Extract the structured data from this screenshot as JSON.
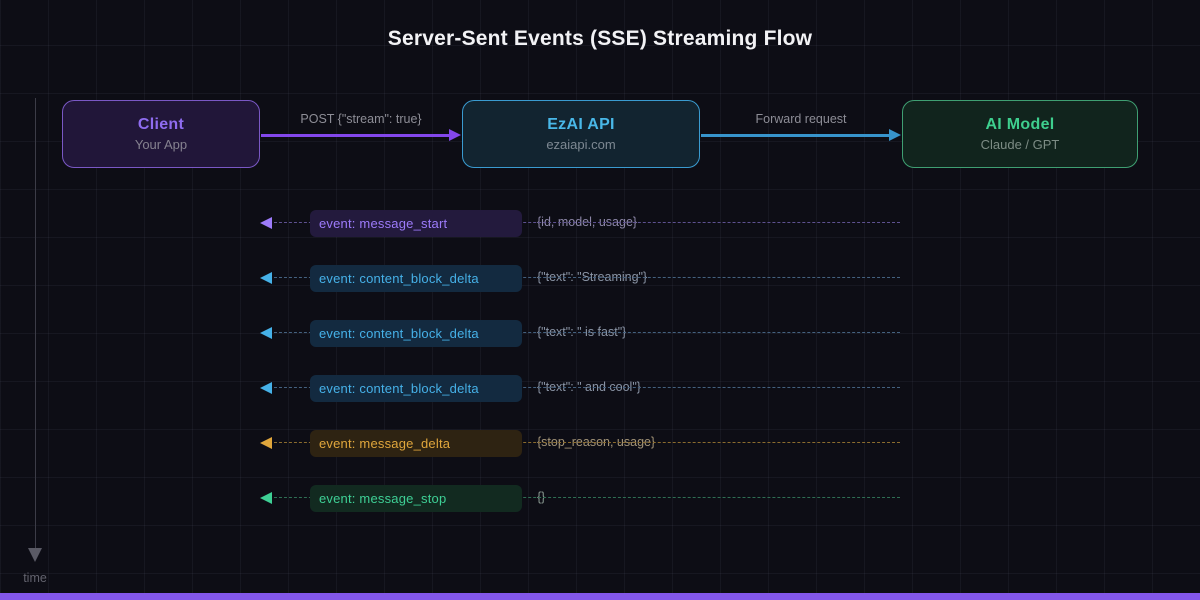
{
  "title": "Server-Sent Events (SSE) Streaming Flow",
  "nodes": [
    {
      "title": "Client",
      "subtitle": "Your App",
      "colors": {
        "accent": "#8f6cf0",
        "border": "#7a58c5",
        "fill": "#211639",
        "subtitle": "#85818f"
      }
    },
    {
      "title": "EzAI API",
      "subtitle": "ezaiapi.com",
      "colors": {
        "accent": "#49b8e8",
        "border": "#3a9bd0",
        "fill": "#122430",
        "subtitle": "#7d8892"
      }
    },
    {
      "title": "AI Model",
      "subtitle": "Claude / GPT",
      "colors": {
        "accent": "#3ecf8e",
        "border": "#3f9f72",
        "fill": "#11241d",
        "subtitle": "#7d8c85"
      }
    }
  ],
  "request_arrows": [
    {
      "label": "POST {\"stream\": true}",
      "color": "#8347ec"
    },
    {
      "label": "Forward request",
      "color": "#3794cc"
    }
  ],
  "events": [
    {
      "label": "event: message_start",
      "payload": "{id, model, usage}",
      "colors": {
        "accent": "#9d7bfa",
        "pill": "#231a3d",
        "dash": "#5e5190",
        "payload": "#8d87a8"
      }
    },
    {
      "label": "event: content_block_delta",
      "payload": "{\"text\": \"Streaming\"}",
      "colors": {
        "accent": "#46b1e8",
        "pill": "#132a40",
        "dash": "#44617f",
        "payload": "#8a94a5"
      }
    },
    {
      "label": "event: content_block_delta",
      "payload": "{\"text\": \" is fast\"}",
      "colors": {
        "accent": "#46b1e8",
        "pill": "#132a40",
        "dash": "#44617f",
        "payload": "#8a94a5"
      }
    },
    {
      "label": "event: content_block_delta",
      "payload": "{\"text\": \" and cool\"}",
      "colors": {
        "accent": "#46b1e8",
        "pill": "#132a40",
        "dash": "#44617f",
        "payload": "#8a94a5"
      }
    },
    {
      "label": "event: message_delta",
      "payload": "{stop_reason, usage}",
      "colors": {
        "accent": "#e0a63c",
        "pill": "#2e2312",
        "dash": "#8a6b2e",
        "payload": "#a39478"
      }
    },
    {
      "label": "event: message_stop",
      "payload": "{}",
      "colors": {
        "accent": "#3ecf95",
        "pill": "#122a20",
        "dash": "#2f6e54",
        "payload": "#8a9a92"
      }
    }
  ],
  "time_axis": {
    "label": "time"
  },
  "footer": {
    "bar_color": "#8357eb"
  }
}
